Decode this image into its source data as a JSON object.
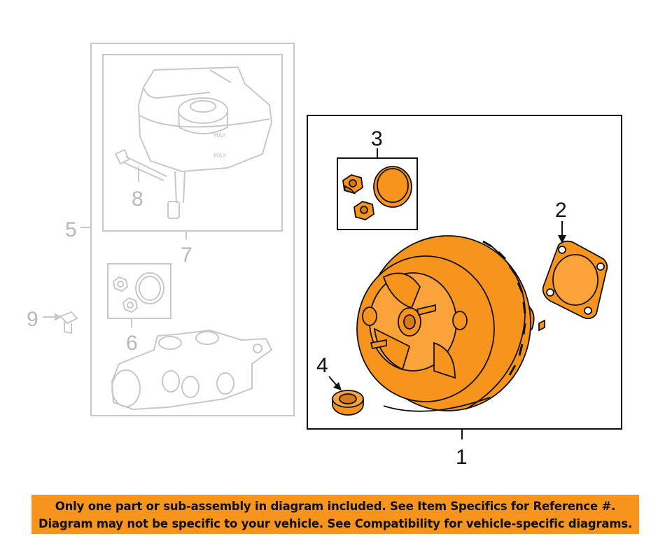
{
  "callouts": {
    "c1": "1",
    "c2": "2",
    "c3": "3",
    "c4": "4",
    "c5": "5",
    "c6": "6",
    "c7": "7",
    "c8": "8",
    "c9": "9"
  },
  "colors": {
    "highlight": "#f7941d",
    "faded_lines": "#c8c8c8",
    "dark_lines": "#111111"
  },
  "banner": {
    "line1": "Only one part or sub-assembly in diagram included. See Item Specifics for Reference #.",
    "line2": "Diagram may not be specific to your vehicle. See Compatibility for vehicle-specific diagrams."
  }
}
